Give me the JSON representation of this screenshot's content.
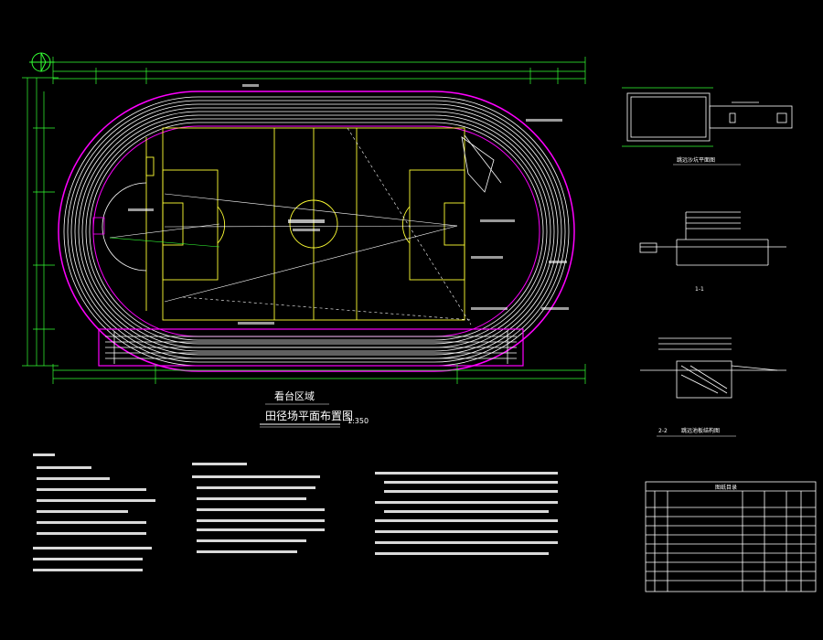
{
  "drawing": {
    "main_title": "田径场平面布置图",
    "scale": "1:350",
    "stand_label": "看台区域",
    "detail_titles": {
      "sandpit_plan": "跳远沙坑平面图",
      "section_11": "1-1",
      "section_22": "2-2",
      "curb_detail": "跳远池板结构图"
    },
    "table_title": "图纸目录",
    "colors": {
      "background": "#000000",
      "track": "#ffffff",
      "track_border": "#ff00ff",
      "field": "#ffff33",
      "dims": "#33ff33",
      "text": "#ffffff"
    }
  }
}
